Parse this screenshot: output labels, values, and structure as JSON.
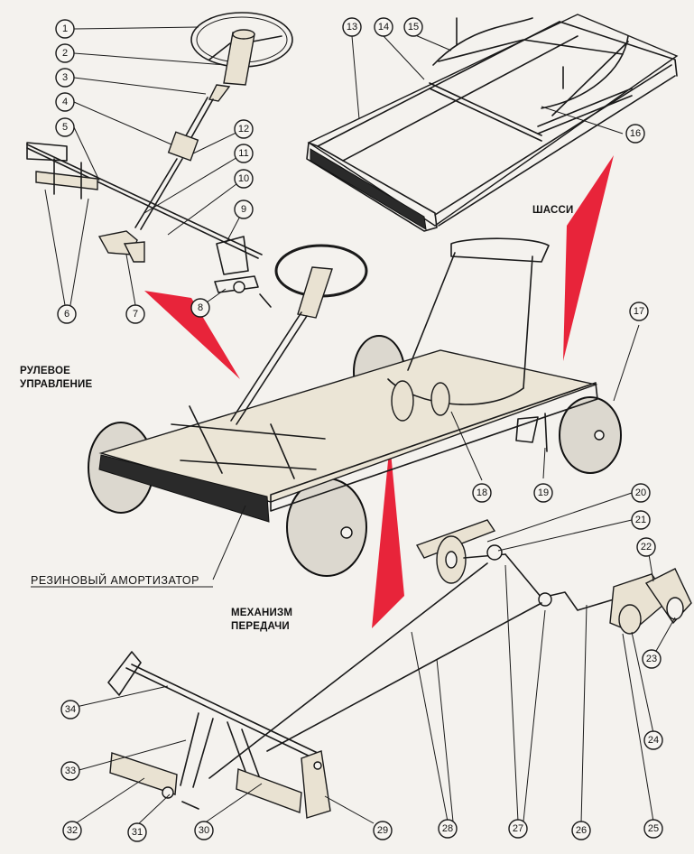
{
  "labels": {
    "chassis": "ШАССИ",
    "steering_line1": "РУЛЕВОЕ",
    "steering_line2": "УПРАВЛЕНИЕ",
    "absorber": "РЕЗИНОВЫЙ АМОРТИЗАТОР",
    "transmission_line1": "МЕХАНИЗМ",
    "transmission_line2": "ПЕРЕДАЧИ"
  },
  "callouts": [
    "1",
    "2",
    "3",
    "4",
    "5",
    "6",
    "7",
    "8",
    "9",
    "10",
    "11",
    "12",
    "13",
    "14",
    "15",
    "16",
    "17",
    "18",
    "19",
    "20",
    "21",
    "22",
    "23",
    "24",
    "25",
    "26",
    "27",
    "28",
    "29",
    "30",
    "31",
    "32",
    "33",
    "34"
  ],
  "colors": {
    "accent_arrow": "#e8243a",
    "ink": "#1a1a1a",
    "paper": "#f4f2ee"
  }
}
